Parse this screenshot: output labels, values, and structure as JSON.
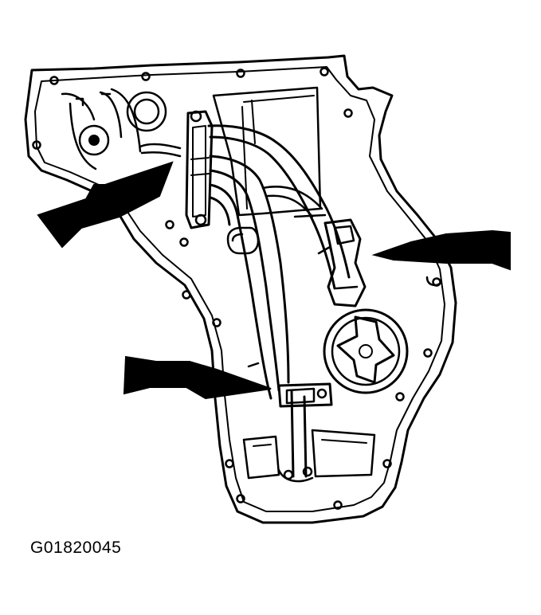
{
  "figure": {
    "identifier": "G01820045",
    "callout_arrows": [
      "arrow-upper-left",
      "arrow-right",
      "arrow-lower-left"
    ]
  },
  "colors": {
    "line": "#000000",
    "background": "#ffffff"
  }
}
